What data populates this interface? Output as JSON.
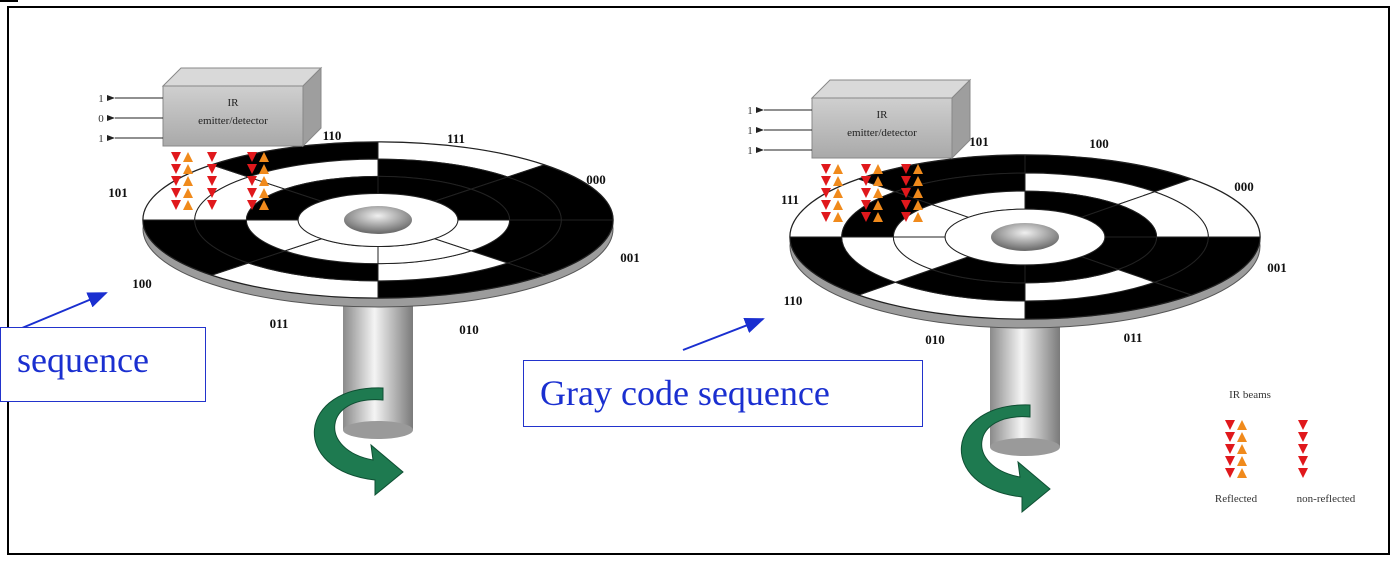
{
  "left_encoder": {
    "device_label": "IR",
    "device_sublabel": "emitter/detector",
    "outputs": [
      "1",
      "0",
      "1"
    ],
    "codes": [
      "110",
      "111",
      "000",
      "001",
      "010",
      "011",
      "100",
      "101"
    ],
    "caption": "sequence"
  },
  "right_encoder": {
    "device_label": "IR",
    "device_sublabel": "emitter/detector",
    "outputs": [
      "1",
      "1",
      "1"
    ],
    "codes": [
      "101",
      "100",
      "000",
      "001",
      "011",
      "010",
      "110",
      "111"
    ],
    "caption": "Gray code sequence"
  },
  "legend": {
    "title": "IR beams",
    "reflected": "Reflected",
    "non_reflected": "non-reflected"
  },
  "colors": {
    "caption_text": "#1a2fd0",
    "caption_border": "#2233cc",
    "disc_dark": "#000000",
    "disc_light": "#ffffff",
    "beam_red": "#e0181c",
    "beam_orange": "#f08a1c",
    "rotation_arrow": "#1e7a50",
    "device_box": "#bdbdbd"
  },
  "icons": [
    "rotation-arrow-icon",
    "ir-beam-down-icon",
    "ir-beam-up-icon",
    "output-arrow-icon"
  ]
}
